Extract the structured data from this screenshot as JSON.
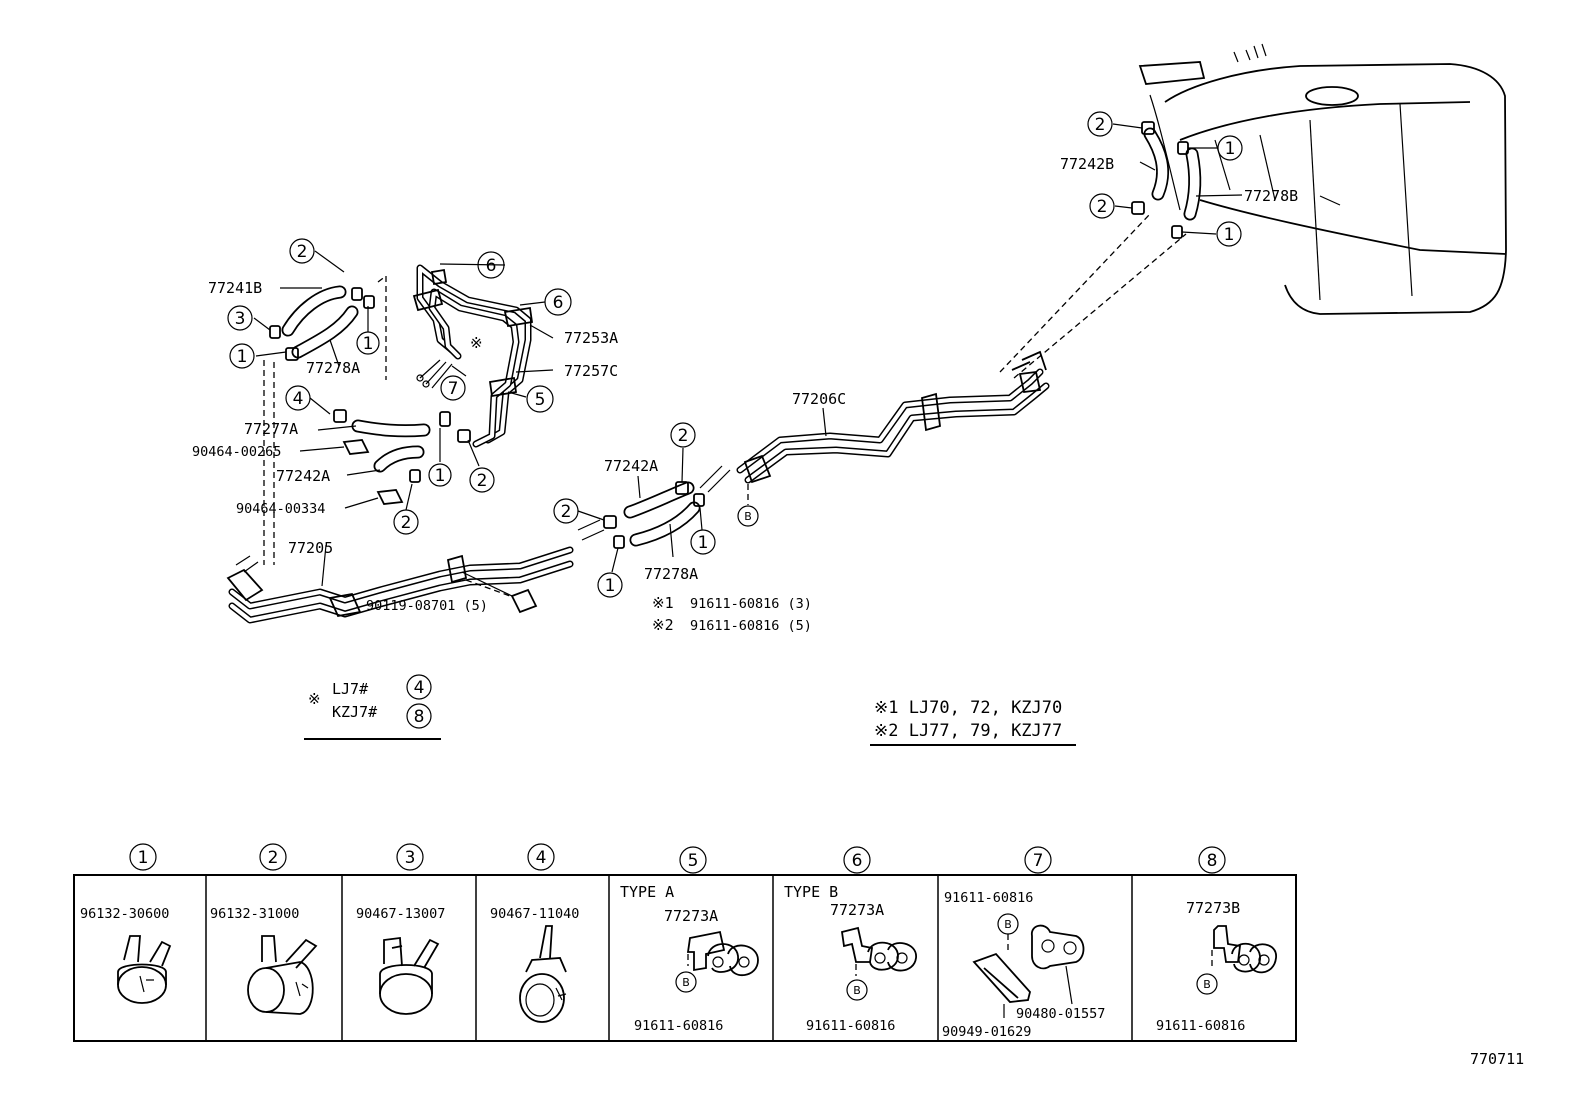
{
  "diagram_code": "770711",
  "callouts": {
    "c1": "1",
    "c2": "2",
    "c3": "3",
    "c4": "4",
    "c5": "5",
    "c6": "6",
    "c7": "7",
    "c8": "8",
    "b": "B"
  },
  "labels": {
    "p77241B": "77241B",
    "p77278A_left": "77278A",
    "p77253A": "77253A",
    "p77257C": "77257C",
    "p77277A": "77277A",
    "p90464_00265": "90464-00265",
    "p77242A_left": "77242A",
    "p90464_00334": "90464-00334",
    "p77205": "77205",
    "p90119_08701": "90119-08701 (5)",
    "p77242A_mid": "77242A",
    "p77278A_mid": "77278A",
    "p77206C": "77206C",
    "p77242B": "77242B",
    "p77278B": "77278B",
    "bolt1": "91611-60816 (3)",
    "bolt2": "91611-60816 (5)",
    "mark1": "※1",
    "mark2": "※2",
    "mark": "※"
  },
  "legend_left": {
    "mark": "※",
    "line1": "LJ7#",
    "line2": "KZJ7#",
    "num1": "4",
    "num2": "8"
  },
  "legend_right": {
    "line1": "※1 LJ70, 72, KZJ70",
    "line2": "※2 LJ77, 79, KZJ77"
  },
  "parts_table": [
    {
      "num": "1",
      "parts": [
        "96132-30600"
      ]
    },
    {
      "num": "2",
      "parts": [
        "96132-31000"
      ]
    },
    {
      "num": "3",
      "parts": [
        "90467-13007"
      ]
    },
    {
      "num": "4",
      "parts": [
        "90467-11040"
      ]
    },
    {
      "num": "5",
      "type": "TYPE A",
      "parts": [
        "77273A",
        "91611-60816"
      ]
    },
    {
      "num": "6",
      "type": "TYPE B",
      "parts": [
        "77273A",
        "91611-60816"
      ]
    },
    {
      "num": "7",
      "parts": [
        "91611-60816",
        "90480-01557",
        "90949-01629"
      ]
    },
    {
      "num": "8",
      "parts": [
        "77273B",
        "91611-60816"
      ]
    }
  ]
}
